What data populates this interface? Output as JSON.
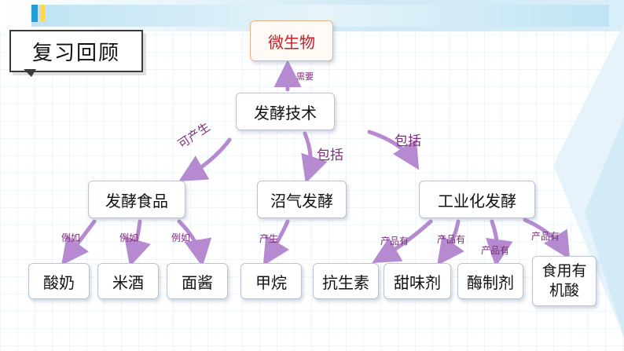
{
  "title": "复习回顾",
  "nodes": {
    "top": "微生物",
    "root": "发酵技术",
    "food": "发酵食品",
    "biogas": "沼气发酵",
    "industry": "工业化发酵",
    "yogurt": "酸奶",
    "rice_wine": "米酒",
    "flour_paste": "面酱",
    "methane": "甲烷",
    "antibiotic": "抗生素",
    "sweetener": "甜味剂",
    "enzyme": "酶制剂",
    "organic_acid": "食用有\n机酸"
  },
  "edge_labels": {
    "need": "需要",
    "can_produce": "可产生",
    "include_1": "包括",
    "include_2": "包括",
    "example_1": "例如",
    "example_2": "例如",
    "example_3": "例如",
    "produce": "产生",
    "products_1": "产品有",
    "products_2": "产品有",
    "products_3": "产品有",
    "products_4": "产品有"
  },
  "colors": {
    "arrow": "#b58ad0",
    "label": "#7b2f78",
    "top_text": "#c0202a"
  },
  "icons": {
    "arrow": "curved-arrow-icon"
  }
}
